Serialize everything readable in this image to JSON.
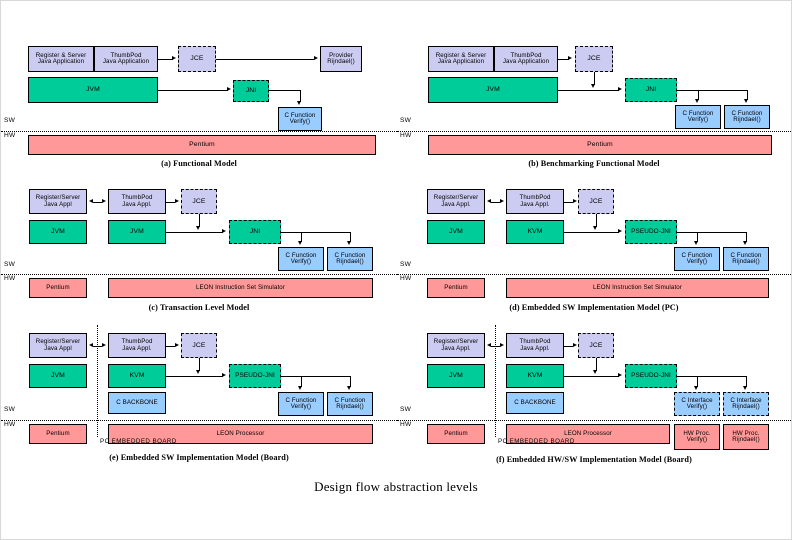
{
  "figure": {
    "caption": "Design flow abstraction levels",
    "sw_label": "SW",
    "hw_label": "HW",
    "board_label": "PC   EMBEDDED BOARD",
    "colors": {
      "java_purple": "#ccccf2",
      "vm_green": "#00cc99",
      "c_blue": "#99ccff",
      "hw_pink": "#ff9999",
      "outline": "#000000",
      "page_background": "#ffffff"
    }
  },
  "panels": [
    {
      "id": "a",
      "caption": "(a) Functional Model",
      "blocks": {
        "register_server": "Register & Server\nJava Application",
        "thumbpod": "ThumbPod\nJava Application",
        "jce": "JCE",
        "provider": "Provider\nRijndael()",
        "vm": "JVM",
        "jni": "JNI",
        "cfunc_verify": "C Function\nVerify()",
        "hw": "Pentium"
      }
    },
    {
      "id": "b",
      "caption": "(b) Benchmarking Functional Model",
      "blocks": {
        "register_server": "Register & Server\nJava Application",
        "thumbpod": "ThumbPod\nJava Application",
        "jce": "JCE",
        "vm": "JVM",
        "jni": "JNI",
        "cfunc_verify": "C Function\nVerify()",
        "cfunc_rijndael": "C Function\nRijndael()",
        "hw": "Pentium"
      }
    },
    {
      "id": "c",
      "caption": "(c) Transaction Level Model",
      "blocks": {
        "register_server": "Register/Server\nJava Appl",
        "thumbpod": "ThumbPod\nJava Appl.",
        "jce": "JCE",
        "vm_left": "JVM",
        "vm_right": "JVM",
        "jni": "JNI",
        "cfunc_verify": "C Function\nVerify()",
        "cfunc_rijndael": "C Function\nRijndael()",
        "hw_left": "Pentium",
        "hw_right": "LEON Instruction Set Simulator"
      }
    },
    {
      "id": "d",
      "caption": "(d) Embedded SW Implementation Model (PC)",
      "blocks": {
        "register_server": "Register/Server\nJava Appl.",
        "thumbpod": "ThumbPod\nJava Appl.",
        "jce": "JCE",
        "vm_left": "JVM",
        "vm_right": "KVM",
        "jni": "PSEUDO-JNI",
        "cfunc_verify": "C Function\nVerify()",
        "cfunc_rijndael": "C Function\nRijndael()",
        "hw_left": "Pentium",
        "hw_right": "LEON Instruction Set Simulator"
      }
    },
    {
      "id": "e",
      "caption": "(e) Embedded SW Implementation Model (Board)",
      "blocks": {
        "register_server": "Register/Server\nJava Appl",
        "thumbpod": "ThumbPod\nJava Appl.",
        "jce": "JCE",
        "vm_left": "JVM",
        "vm_right": "KVM",
        "backbone": "C BACKBONE",
        "jni": "PSEUDO-JNI",
        "cfunc_verify": "C Function\nVerify()",
        "cfunc_rijndael": "C Function\nRijndael()",
        "hw_left": "Pentium",
        "hw_right": "LEON Processor"
      }
    },
    {
      "id": "f",
      "caption": "(f) Embedded HW/SW Implementation Model (Board)",
      "blocks": {
        "register_server": "Register/Server\nJava Appl.",
        "thumbpod": "ThumbPod\nJava Appl.",
        "jce": "JCE",
        "vm_left": "JVM",
        "vm_right": "KVM",
        "backbone": "C BACKBONE",
        "jni": "PSEUDO-JNI",
        "cif_verify": "C Interface\nVerify()",
        "cif_rijndael": "C Interface\nRijndael()",
        "hwproc_verify": "HW Proc.\nVerify()",
        "hwproc_rijndael": "HW Proc.\nRijndael()",
        "hw_left": "Pentium",
        "hw_right": "LEON Processor"
      }
    }
  ]
}
